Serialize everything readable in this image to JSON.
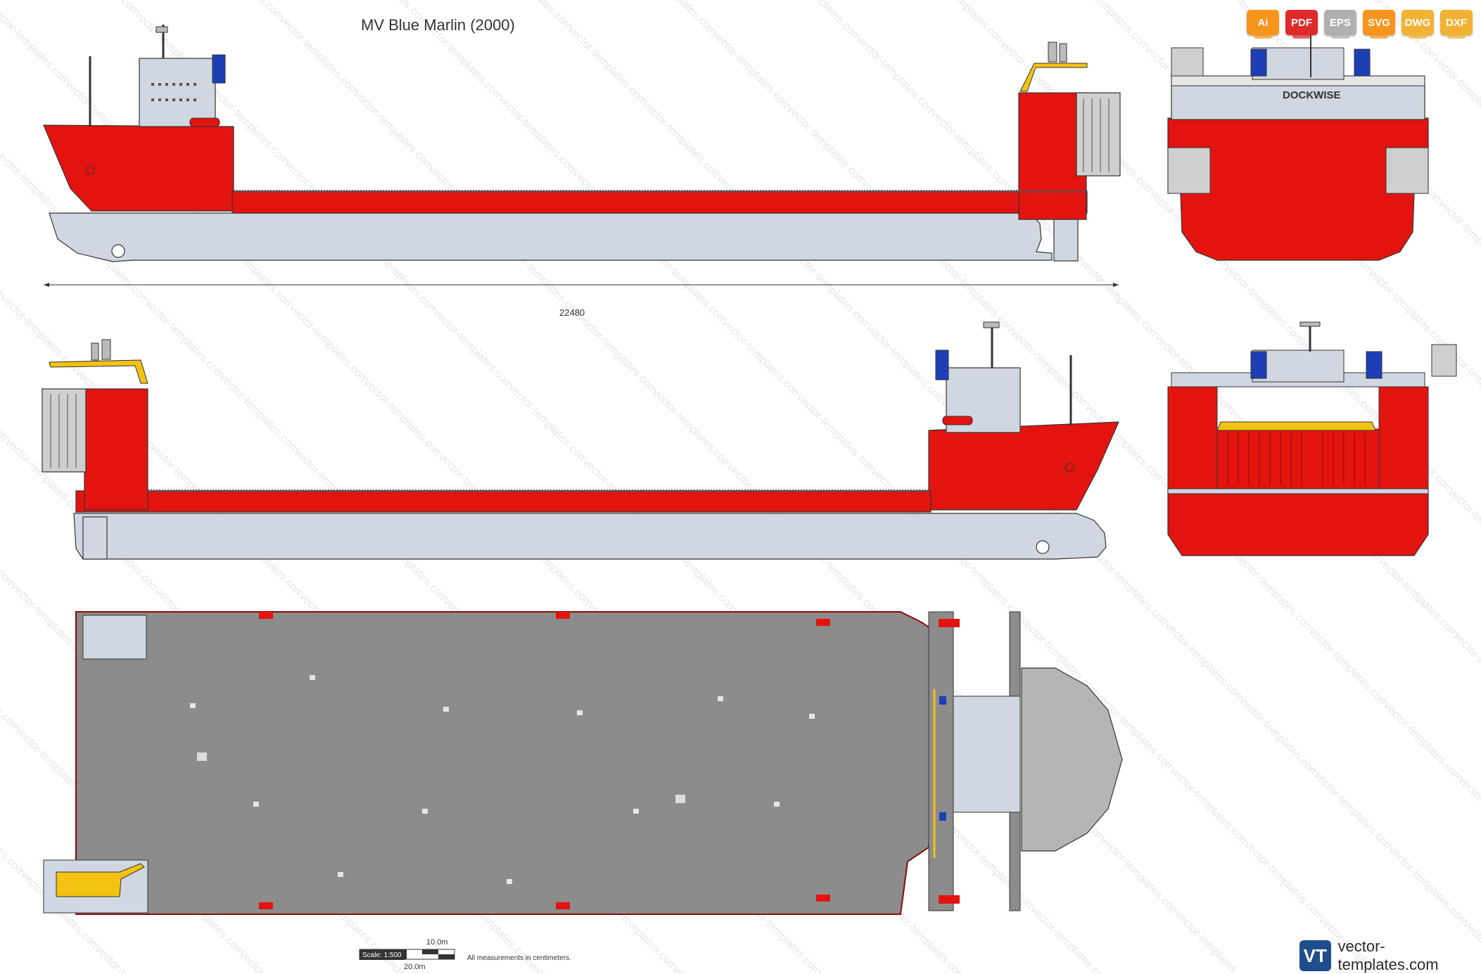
{
  "title": "MV Blue Marlin (2000)",
  "formats": [
    {
      "label": "Ai",
      "color": "#f7941d"
    },
    {
      "label": "PDF",
      "color": "#e02a2a"
    },
    {
      "label": "EPS",
      "color": "#b0b0b0"
    },
    {
      "label": "SVG",
      "color": "#f7941d"
    },
    {
      "label": "DWG",
      "color": "#f2b233"
    },
    {
      "label": "DXF",
      "color": "#f2b233"
    }
  ],
  "dimension_label": "22480",
  "scale": {
    "label": "Scale: 1:500",
    "mark_10": "10.0m",
    "mark_20": "20.0m",
    "note": "All measurements in centimeters."
  },
  "funnel_text": "DOCKWISE",
  "watermark": "vector-templates.com",
  "logo": {
    "mark": "VT",
    "text": "vector-templates.com"
  },
  "colors": {
    "hull_red": "#e3140f",
    "hull_grey": "#d0d7e0",
    "deck_grey": "#8c8c8c",
    "crane_yellow": "#f3c212",
    "funnel_blue": "#1d3fb5"
  }
}
